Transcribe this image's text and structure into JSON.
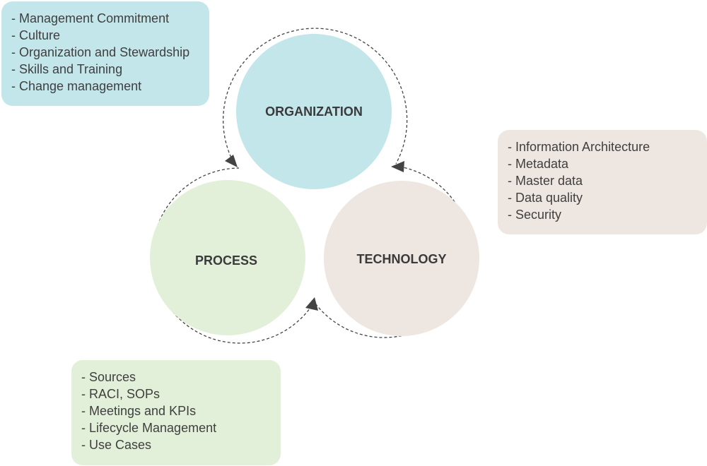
{
  "nodes": {
    "organization": {
      "label": "ORGANIZATION",
      "color": "#c3e6ea"
    },
    "process": {
      "label": "PROCESS",
      "color": "#e2f0d9"
    },
    "technology": {
      "label": "TECHNOLOGY",
      "color": "#eee7e1"
    }
  },
  "notes": {
    "organization": [
      "Management Commitment",
      "Culture",
      "Organization and Stewardship",
      "Skills and Training",
      "Change management"
    ],
    "technology": [
      "Information Architecture",
      "Metadata",
      "Master data",
      "Data quality",
      "Security"
    ],
    "process": [
      "Sources",
      "RACI, SOPs",
      "Meetings and KPIs",
      "Lifecycle Management",
      "Use Cases"
    ]
  },
  "colors": {
    "arrow": "#444444",
    "text": "#3f3f3f"
  }
}
